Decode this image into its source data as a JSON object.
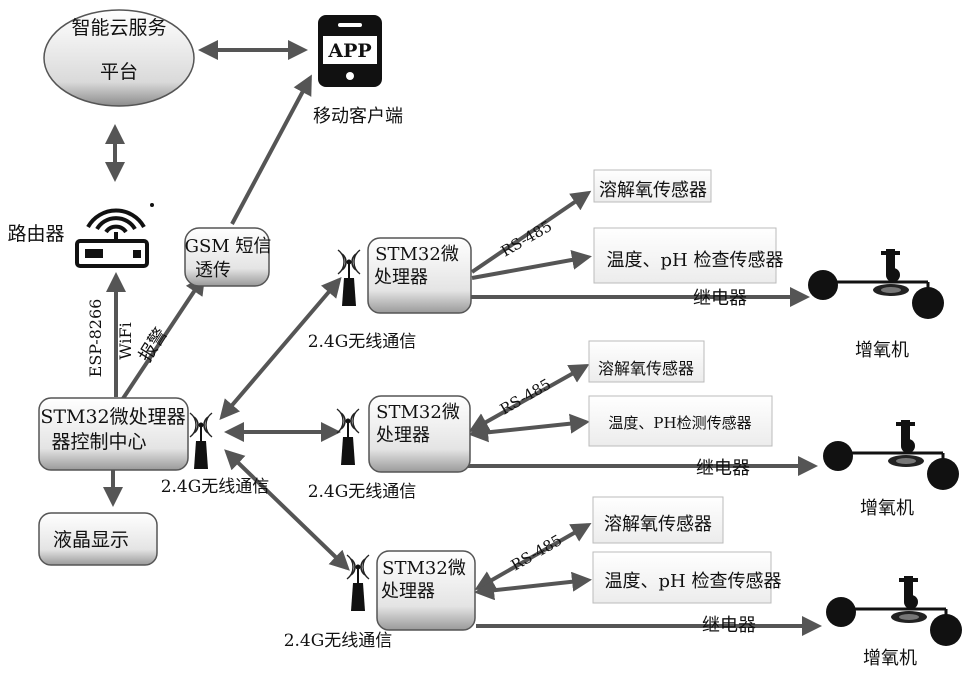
{
  "cloud": {
    "line1": "智能云服务",
    "line2": "平台"
  },
  "app": {
    "icon_text": "APP",
    "label": "移动客户端"
  },
  "router": {
    "label": "路由器"
  },
  "gsm": {
    "line1": "GSM 短信",
    "line2": "透传"
  },
  "link_labels": {
    "esp": "ESP-8266",
    "wifi": "WiFi",
    "alarm": "报警"
  },
  "center": {
    "line1": "STM32微处理器",
    "line2": "器控制中心"
  },
  "lcd": {
    "label": "液晶显示"
  },
  "center_wireless": "2.4G无线通信",
  "units": [
    {
      "wireless": "2.4G无线通信",
      "mcu_line1": "STM32微",
      "mcu_line2": "处理器",
      "rs485": "RS-485",
      "sensor1": "溶解氧传感器",
      "sensor2": "温度、pH 检查传感器",
      "relay": "继电器",
      "aerator": "增氧机"
    },
    {
      "wireless": "2.4G无线通信",
      "mcu_line1": "STM32微",
      "mcu_line2": "处理器",
      "rs485": "RS-485",
      "sensor1": "溶解氧传感器",
      "sensor2": "温度、PH检测传感器",
      "relay": "继电器",
      "aerator": "增氧机"
    },
    {
      "wireless": "2.4G无线通信",
      "mcu_line1": "STM32微",
      "mcu_line2": "处理器",
      "rs485": "RS-485",
      "sensor1": "溶解氧传感器",
      "sensor2": "温度、pH 检查传感器",
      "relay": "继电器",
      "aerator": "增氧机"
    }
  ]
}
